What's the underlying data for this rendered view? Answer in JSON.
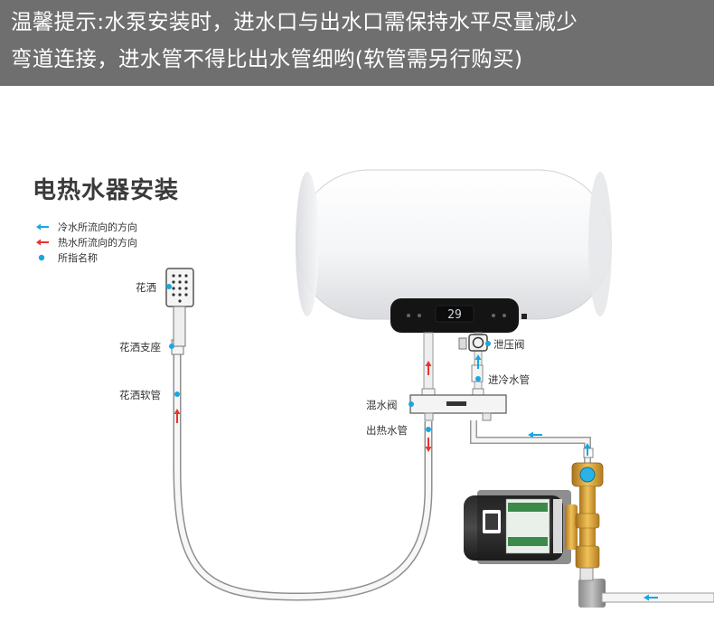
{
  "banner": {
    "line1": "温馨提示:水泵安装时，进水口与出水口需保持水平尽量减少",
    "line2": "弯道连接，进水管不得比出水管细哟(软管需另行购买)"
  },
  "title": "电热水器安装",
  "legend": [
    {
      "label": "冷水所流向的方向",
      "symbol": "arrow",
      "color": "#18a7e0"
    },
    {
      "label": "热水所流向的方向",
      "symbol": "arrow",
      "color": "#e8342c"
    },
    {
      "label": "所指名称",
      "symbol": "dot",
      "color": "#18a7e0"
    }
  ],
  "labels": {
    "shower_head": "花洒",
    "shower_holder": "花洒支座",
    "shower_hose": "花洒软管",
    "relief_valve": "泄压阀",
    "cold_inlet": "进冷水管",
    "mixing_valve": "混水阀",
    "hot_outlet": "出热水管"
  },
  "display": {
    "readout": "29"
  },
  "colors": {
    "cold": "#18a7e0",
    "hot": "#e8342c",
    "banner": "#6f6f6f"
  }
}
